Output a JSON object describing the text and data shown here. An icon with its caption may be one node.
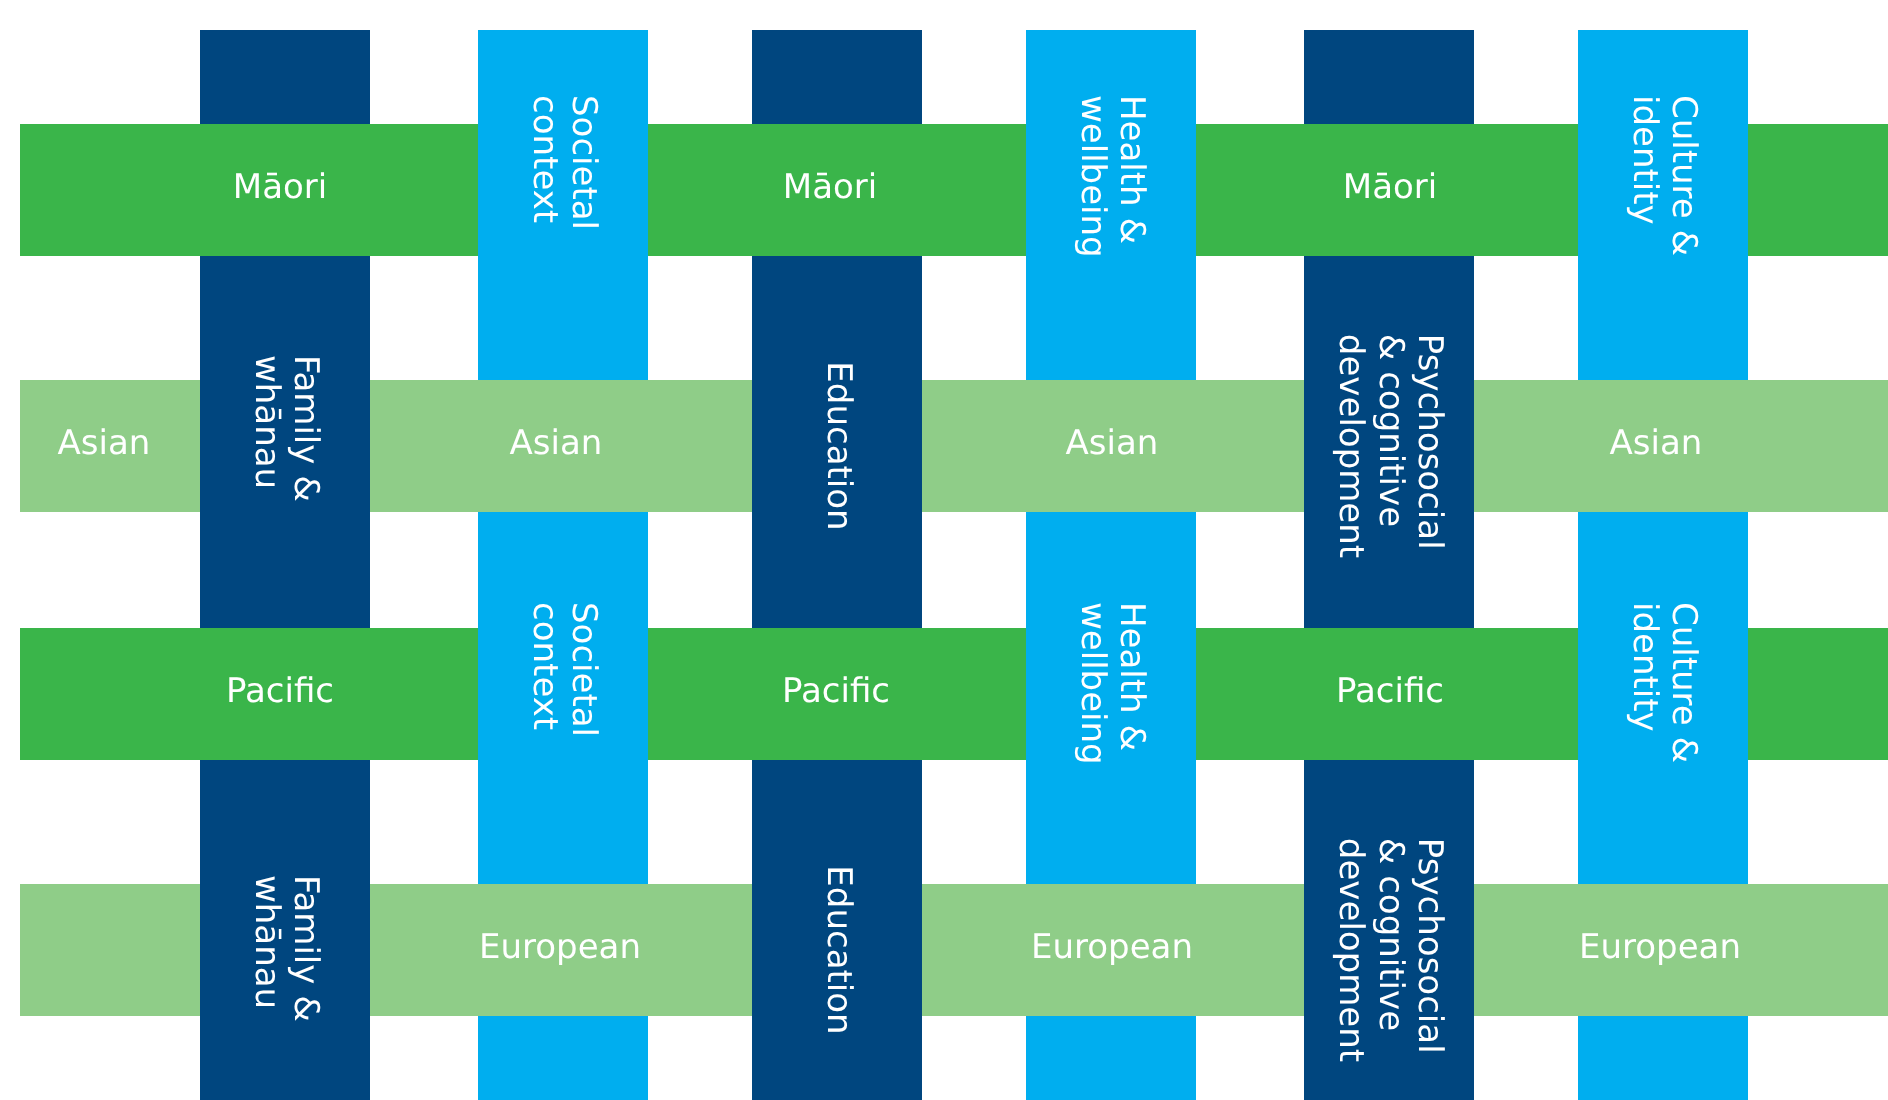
{
  "diagram": {
    "nodes": [
      {
        "text": [
          "Māori",
          "Māori",
          "Māori"
        ]
      },
      {
        "text": [
          "Asian",
          "Asian",
          "Asian",
          "Asian"
        ]
      },
      {
        "text": [
          "Pacific",
          "Pacific",
          "Pacific"
        ]
      },
      {
        "text": [
          "European",
          "European",
          "European"
        ]
      },
      {
        "text": [],
        "shape": "bar"
      },
      {
        "text": [
          "Family & whānau"
        ]
      },
      {
        "text": [
          "Family & whānau"
        ]
      },
      {
        "text": [
          "Societal context"
        ]
      },
      {
        "text": [
          "Societal context"
        ]
      },
      {
        "text": [],
        "shape": "bar"
      },
      {
        "text": [],
        "shape": "bar"
      },
      {
        "text": [
          "Education"
        ]
      },
      {
        "text": [
          "Education"
        ]
      },
      {
        "text": [
          "Health & wellbeing"
        ]
      },
      {
        "text": [
          "Health & wellbeing"
        ]
      },
      {
        "text": [],
        "shape": "bar"
      },
      {
        "text": [],
        "shape": "bar"
      },
      {
        "text": [
          "Psychosocial & cognitive development"
        ]
      },
      {
        "text": [
          "Psychosocial & cognitive development"
        ]
      },
      {
        "text": [
          "Culture & identity"
        ]
      },
      {
        "text": [
          "Culture & identity"
        ]
      },
      {
        "text": [],
        "shape": "bar"
      }
    ]
  }
}
